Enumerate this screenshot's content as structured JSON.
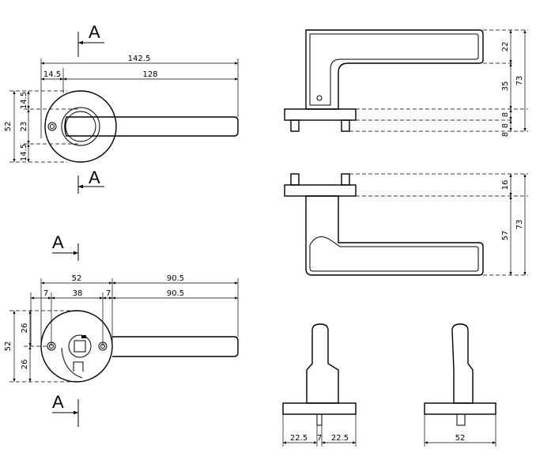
{
  "section_label": "A",
  "top_left_view": {
    "dim_overall": "142.5",
    "dim_offset": "14.5",
    "dim_lever": "128",
    "dim_height_total": "52",
    "dim_upper": "14.5",
    "dim_middle": "23",
    "dim_lower": "14.5"
  },
  "bottom_left_view": {
    "dim_rose_width": "52",
    "dim_lever_length_upper": "90.5",
    "dim_left_edge": "7",
    "dim_hole_spacing": "38",
    "dim_right_edge": "7",
    "dim_lever_length_lower": "90.5",
    "dim_height_total": "52",
    "dim_upper_half": "26",
    "dim_lower_half": "26"
  },
  "upper_side_view": {
    "dim_grip": "22",
    "dim_neck": "35",
    "dim_total": "73",
    "dim_rose_a": "8",
    "dim_rose_b": "8",
    "dim_spindle": "8"
  },
  "lower_side_view": {
    "dim_rose": "16",
    "dim_body": "57",
    "dim_total": "73"
  },
  "front_view_left": {
    "dim_left": "22.5",
    "dim_spindle": "7",
    "dim_right": "22.5"
  },
  "front_view_right": {
    "dim_width": "52"
  }
}
